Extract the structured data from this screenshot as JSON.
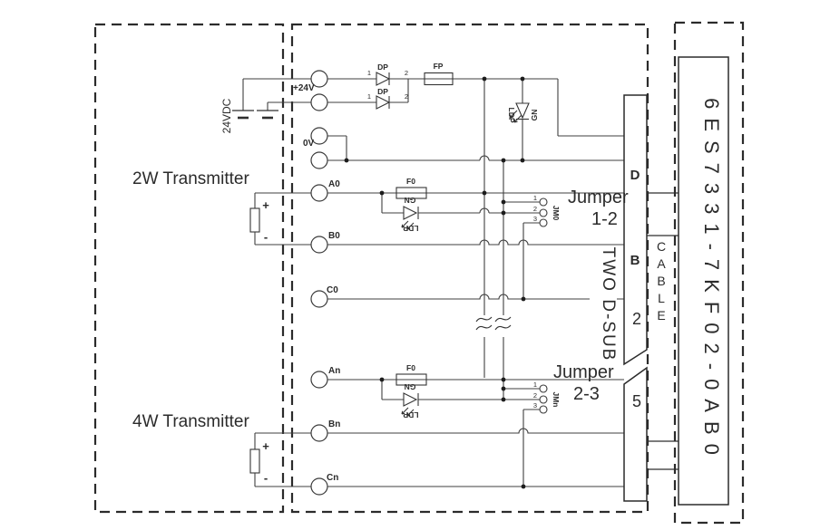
{
  "labels": {
    "transmitter_2w": "2W Transmitter",
    "transmitter_4w": "4W Transmitter",
    "supply": "24VDC",
    "plus": "+",
    "minus": "-"
  },
  "terminals": {
    "p24": "+24V",
    "zero_v": "0V",
    "a0": "A0",
    "b0": "B0",
    "c0": "C0",
    "an": "An",
    "bn": "Bn",
    "cn": "Cn"
  },
  "components": {
    "diode": "DP",
    "fuse_main": "FP",
    "fuse_channel": "F0",
    "led_green": "GN",
    "led_dp": "LDP",
    "jumper_0": "JM0",
    "jumper_n": "JMn",
    "pin_1": "1",
    "pin_2": "2",
    "pin_3": "3"
  },
  "notes": {
    "jumper_word": "Jumper",
    "range_12": "1-2",
    "range_23": "2-3",
    "dsub": "TWO D-SUB"
  },
  "connector": {
    "pin_d": "D",
    "pin_b": "B",
    "pin_2": "2",
    "pin_5": "5"
  },
  "cable": {
    "letters": [
      "C",
      "A",
      "B",
      "L",
      "E"
    ]
  },
  "module": {
    "part_number": "6ES7331-7KF02-0AB0"
  }
}
